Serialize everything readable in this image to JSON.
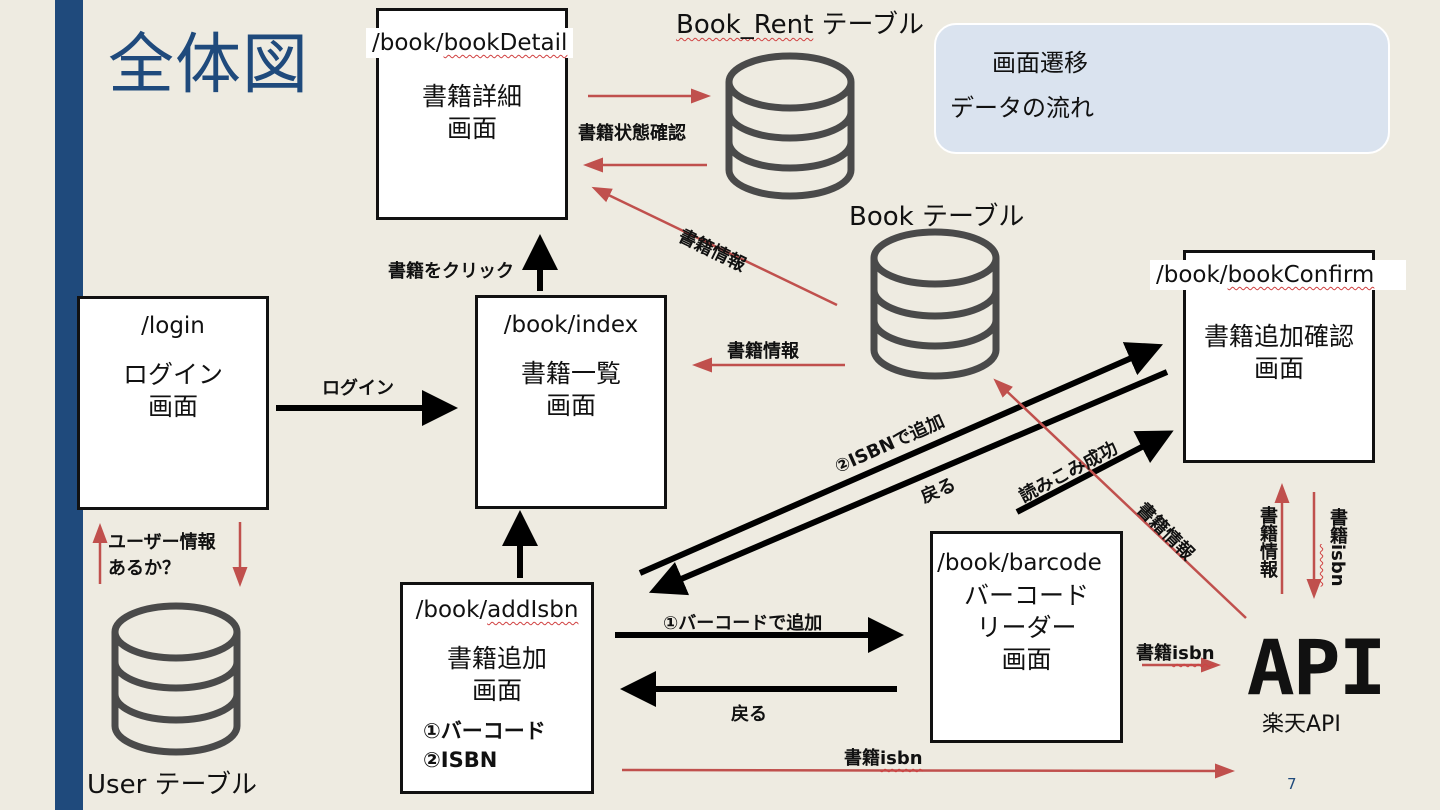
{
  "slide": {
    "title": "全体図",
    "page_number": "7"
  },
  "legend": {
    "screen_transition": "画面遷移",
    "data_flow": "データの流れ",
    "colors": {
      "transition": "#000000",
      "data_flow": "#c0504d"
    }
  },
  "screens": {
    "login": {
      "route": "/login",
      "line1": "ログイン",
      "line2": "画面"
    },
    "index": {
      "route": "/book/index",
      "line1": "書籍一覧",
      "line2": "画面"
    },
    "detail": {
      "route_prefix": "/book/",
      "route_suffix": "bookDetail",
      "line1": "書籍詳細",
      "line2": "画面"
    },
    "add": {
      "route_prefix": "/book/",
      "route_suffix": "addIsbn",
      "line1": "書籍追加",
      "line2": "画面",
      "option1": "①バーコード",
      "option2": "②ISBN"
    },
    "barcode": {
      "route": "/book/barcode",
      "line1": "バーコード",
      "line2": "リーダー",
      "line3": "画面"
    },
    "confirm": {
      "route_prefix": "/book/",
      "route_suffix": "bookConfirm",
      "line1": "書籍追加確認",
      "line2": "画面"
    }
  },
  "databases": {
    "book_rent": {
      "name_main": "Book_Rent",
      "name_suffix": " テーブル"
    },
    "book": {
      "label": "Book テーブル"
    },
    "user": {
      "label": "User テーブル"
    }
  },
  "api": {
    "logo": "API",
    "name": "楽天API"
  },
  "arrow_labels": {
    "login": "ログイン",
    "click_book": "書籍をクリック",
    "book_status_check": "書籍状態確認",
    "book_info_diag": "書籍情報",
    "book_info_index": "書籍情報",
    "user_info_1": "ユーザー情報",
    "user_info_2": "あるか？",
    "add_by_isbn": "②ISBNで追加",
    "back_diag": "戻る",
    "read_success": "読みこみ成功",
    "add_by_barcode": "①バーコードで追加",
    "back_bottom": "戻る",
    "isbn_bottom_prefix": "書籍",
    "isbn_bottom_suffix": "isbn",
    "isbn_barcode_prefix": "書籍",
    "isbn_barcode_suffix": "isbn",
    "api_book_info_diag": "書籍情報",
    "api_book_info_vert": "書籍情報",
    "confirm_isbn_vert_prefix": "書籍",
    "confirm_isbn_vert_suffix": "isbn"
  }
}
